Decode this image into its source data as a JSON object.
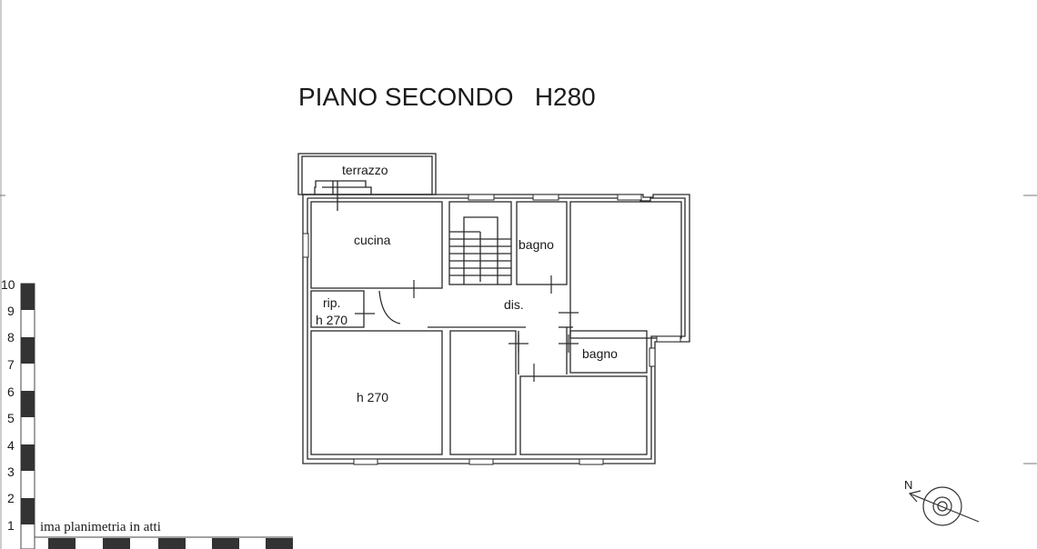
{
  "title": "PIANO SECONDO   H280",
  "rooms": {
    "terrazzo": "terrazzo",
    "cucina": "cucina",
    "bagno1": "bagno",
    "dis": "dis.",
    "rip": "rip.",
    "rip_h": "h 270",
    "room_h": "h 270",
    "bagno2": "bagno"
  },
  "scale": {
    "labels": [
      "10",
      "9",
      "8",
      "7",
      "6",
      "5",
      "4",
      "3",
      "2",
      "1"
    ]
  },
  "caption": "ima planimetria in atti",
  "compass": {
    "label": "N"
  }
}
